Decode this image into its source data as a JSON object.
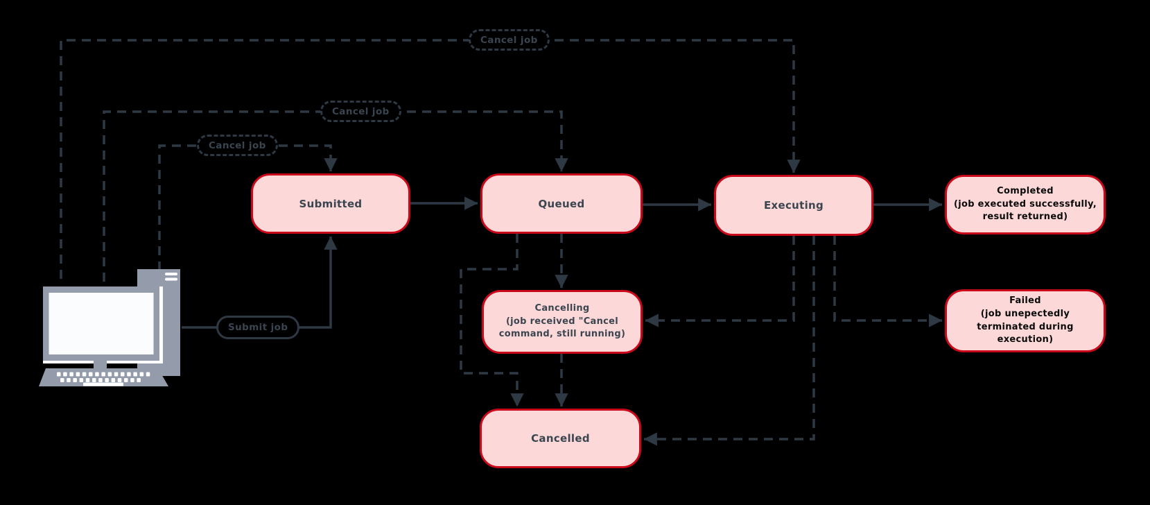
{
  "diagram": {
    "kind": "state-flow-diagram",
    "nodes": {
      "submitted": {
        "label": "Submitted"
      },
      "queued": {
        "label": "Queued"
      },
      "executing": {
        "label": "Executing"
      },
      "completed": {
        "label": "Completed\n(job executed successfully,\nresult returned)"
      },
      "failed": {
        "label": "Failed\n(job unepectedly\nterminated during\nexecution)"
      },
      "cancelling": {
        "label": "Cancelling\n(job received \"Cancel\ncommand, still running)"
      },
      "cancelled": {
        "label": "Cancelled"
      }
    },
    "edge_labels": {
      "cancel_job_top": "Cancel job",
      "cancel_job_middle": "Cancel job",
      "cancel_job_bottom": "Cancel job",
      "submit_job": "Submit job"
    },
    "edges": [
      {
        "from": "client-computer",
        "to": "submitted",
        "style": "solid",
        "label": "Submit job"
      },
      {
        "from": "submitted",
        "to": "queued",
        "style": "solid",
        "label": ""
      },
      {
        "from": "queued",
        "to": "executing",
        "style": "solid",
        "label": ""
      },
      {
        "from": "executing",
        "to": "completed",
        "style": "solid",
        "label": ""
      },
      {
        "from": "client-computer",
        "to": "submitted",
        "style": "dashed",
        "label": "Cancel job"
      },
      {
        "from": "client-computer",
        "to": "queued",
        "style": "dashed",
        "label": "Cancel job"
      },
      {
        "from": "client-computer",
        "to": "executing",
        "style": "dashed",
        "label": "Cancel job"
      },
      {
        "from": "queued",
        "to": "cancelling",
        "style": "dashed",
        "label": ""
      },
      {
        "from": "queued",
        "to": "cancelled",
        "style": "dashed",
        "label": ""
      },
      {
        "from": "cancelling",
        "to": "cancelled",
        "style": "dashed",
        "label": ""
      },
      {
        "from": "executing",
        "to": "cancelling",
        "style": "dashed",
        "label": ""
      },
      {
        "from": "executing",
        "to": "failed",
        "style": "dashed",
        "label": ""
      },
      {
        "from": "executing",
        "to": "cancelled",
        "style": "dashed",
        "label": ""
      }
    ],
    "colors": {
      "background": "#000000",
      "node_fill": "#fcd8d8",
      "node_border": "#c9081a",
      "connector": "#2e3944",
      "node_text": "#3a4550",
      "result_text": "#0a0a0a",
      "computer": "#949cab"
    }
  }
}
